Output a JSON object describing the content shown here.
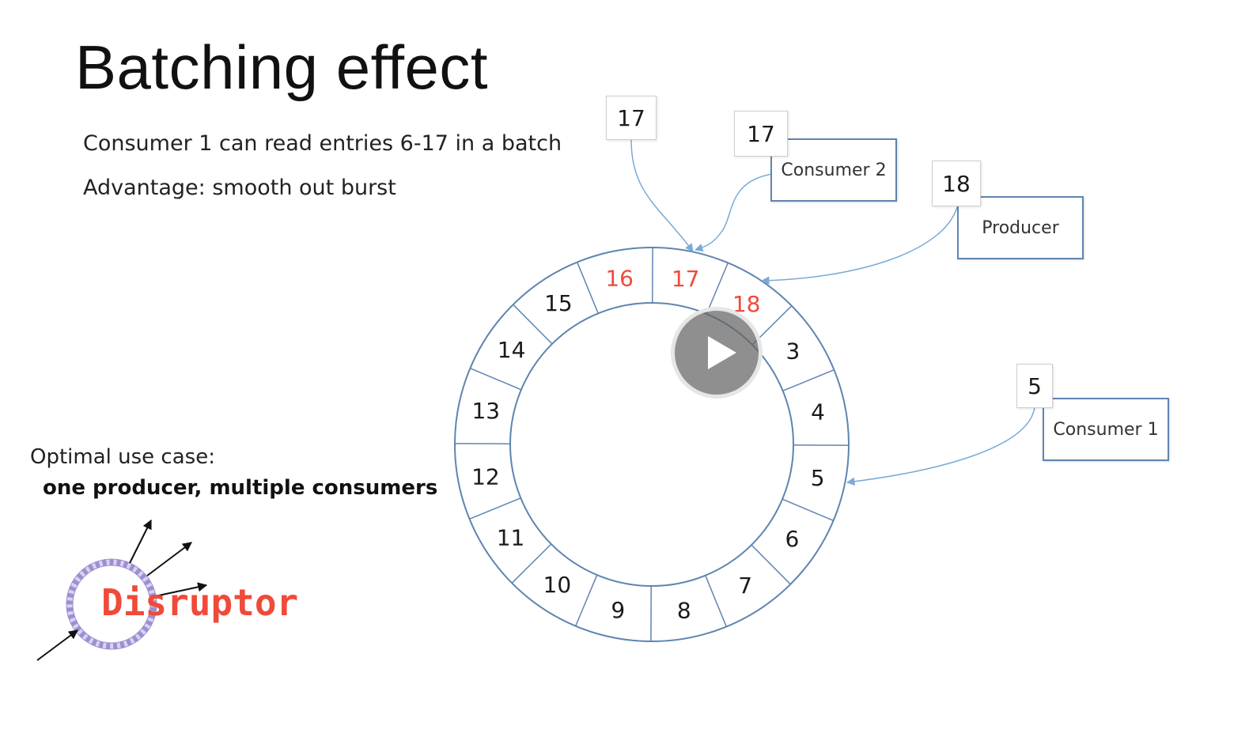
{
  "title": "Batching effect",
  "bullets": {
    "line1": "Consumer 1 can read entries 6-17 in a batch",
    "line2": "Advantage: smooth out burst"
  },
  "use_case": {
    "label": "Optimal use case:",
    "value": "one producer, multiple consumers"
  },
  "logo": {
    "text": "Disruptor",
    "color": "#f04a3a",
    "ring_color": "#9e8fd0"
  },
  "ring": {
    "slots": [
      {
        "label": "16",
        "highlight": true
      },
      {
        "label": "17",
        "highlight": true
      },
      {
        "label": "18",
        "highlight": true
      },
      {
        "label": "3",
        "highlight": false
      },
      {
        "label": "4",
        "highlight": false
      },
      {
        "label": "5",
        "highlight": false
      },
      {
        "label": "6",
        "highlight": false
      },
      {
        "label": "7",
        "highlight": false
      },
      {
        "label": "8",
        "highlight": false
      },
      {
        "label": "9",
        "highlight": false
      },
      {
        "label": "10",
        "highlight": false
      },
      {
        "label": "11",
        "highlight": false
      },
      {
        "label": "12",
        "highlight": false
      },
      {
        "label": "13",
        "highlight": false
      },
      {
        "label": "14",
        "highlight": false
      },
      {
        "label": "15",
        "highlight": false
      }
    ],
    "colors": {
      "stroke": "#5f84b0",
      "text": "#1a1a1a",
      "highlight": "#f04a3a",
      "arrow": "#7aaad6"
    }
  },
  "pointers": {
    "consumer2_top": "17",
    "consumer2": "17",
    "producer": "18",
    "consumer1": "5"
  },
  "actors": {
    "consumer2": "Consumer 2",
    "producer": "Producer",
    "consumer1": "Consumer 1"
  },
  "player": {
    "icon": "play-icon"
  }
}
